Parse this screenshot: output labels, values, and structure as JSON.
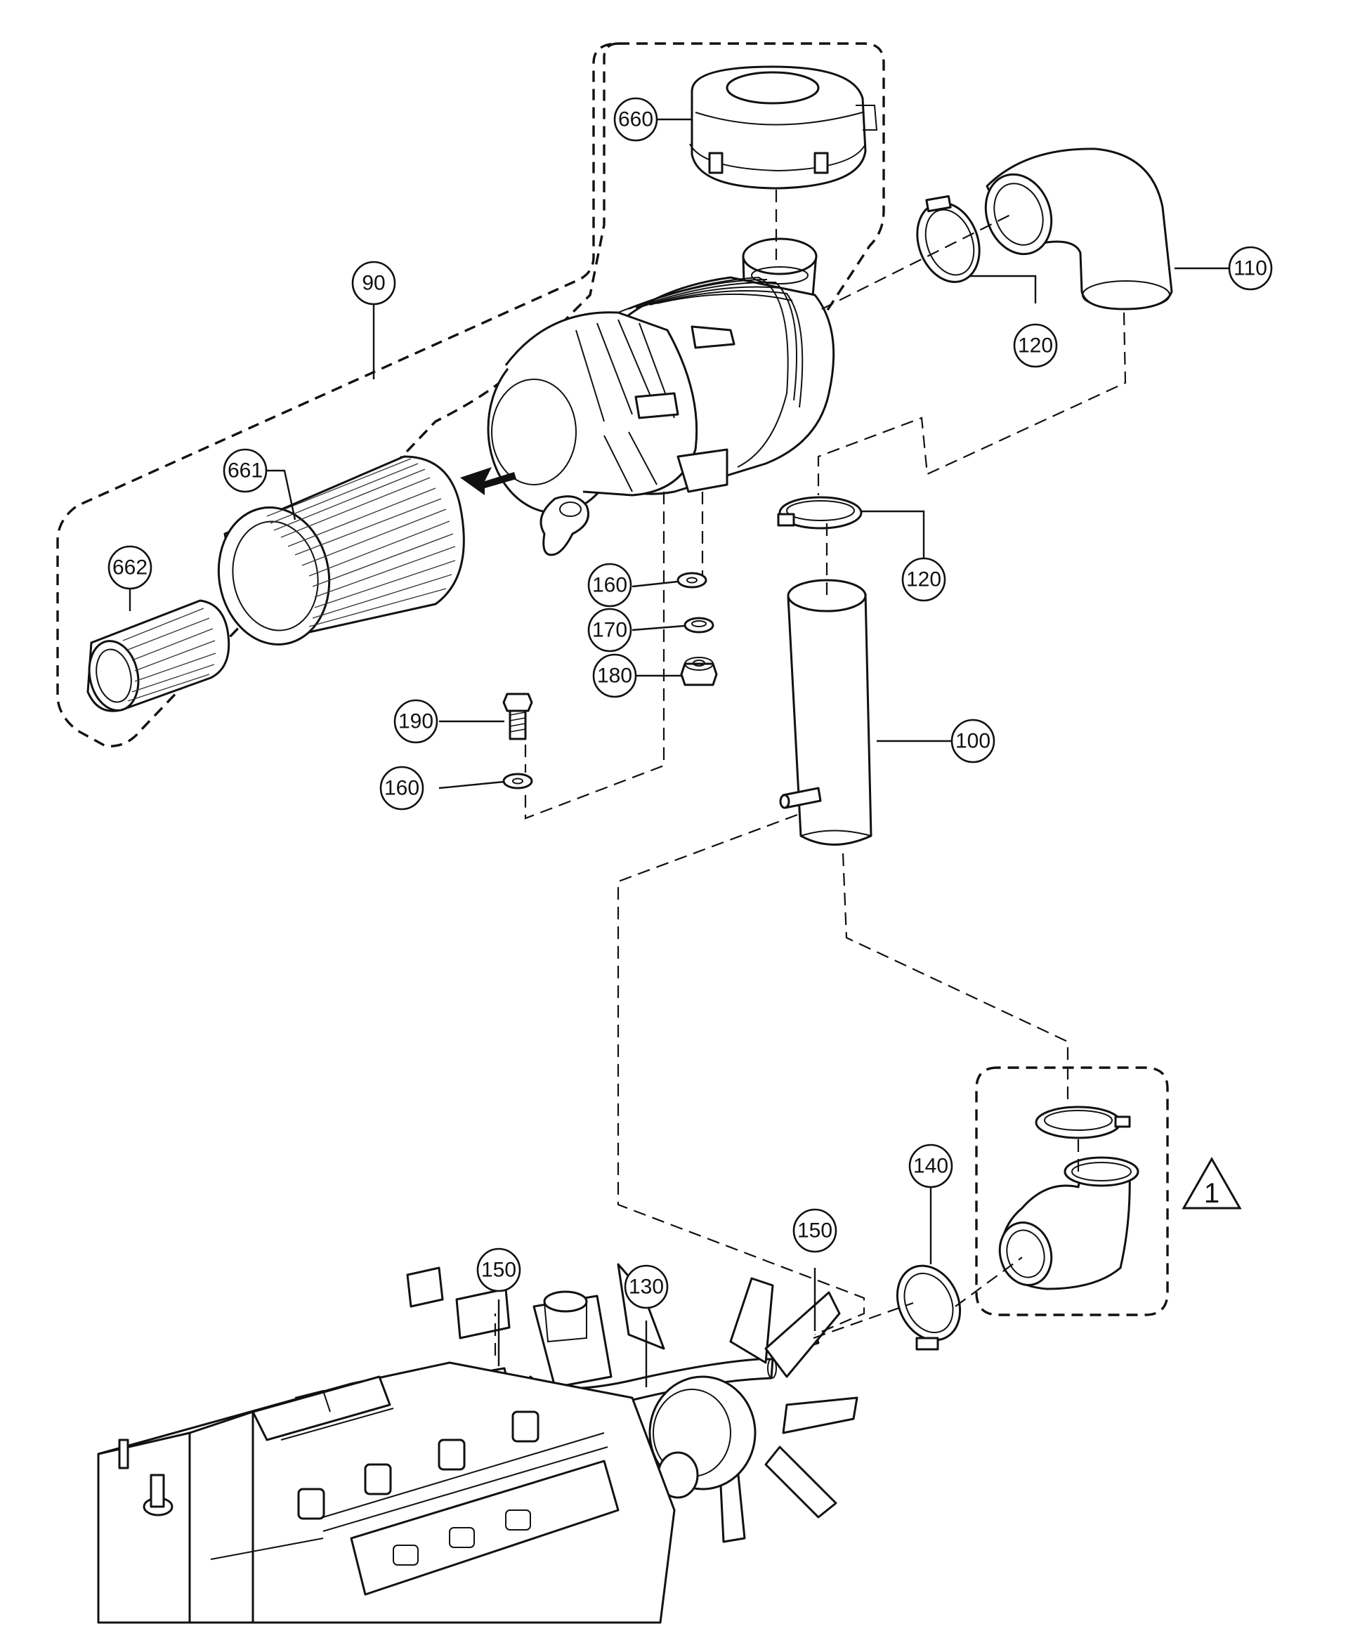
{
  "callouts": {
    "c90": "90",
    "c100": "100",
    "c110": "110",
    "c120a": "120",
    "c120b": "120",
    "c130": "130",
    "c140": "140",
    "c150a": "150",
    "c150b": "150",
    "c160a": "160",
    "c160b": "160",
    "c170": "170",
    "c180": "180",
    "c190": "190",
    "c660": "660",
    "c661": "661",
    "c662": "662"
  },
  "warning_symbol": "1"
}
